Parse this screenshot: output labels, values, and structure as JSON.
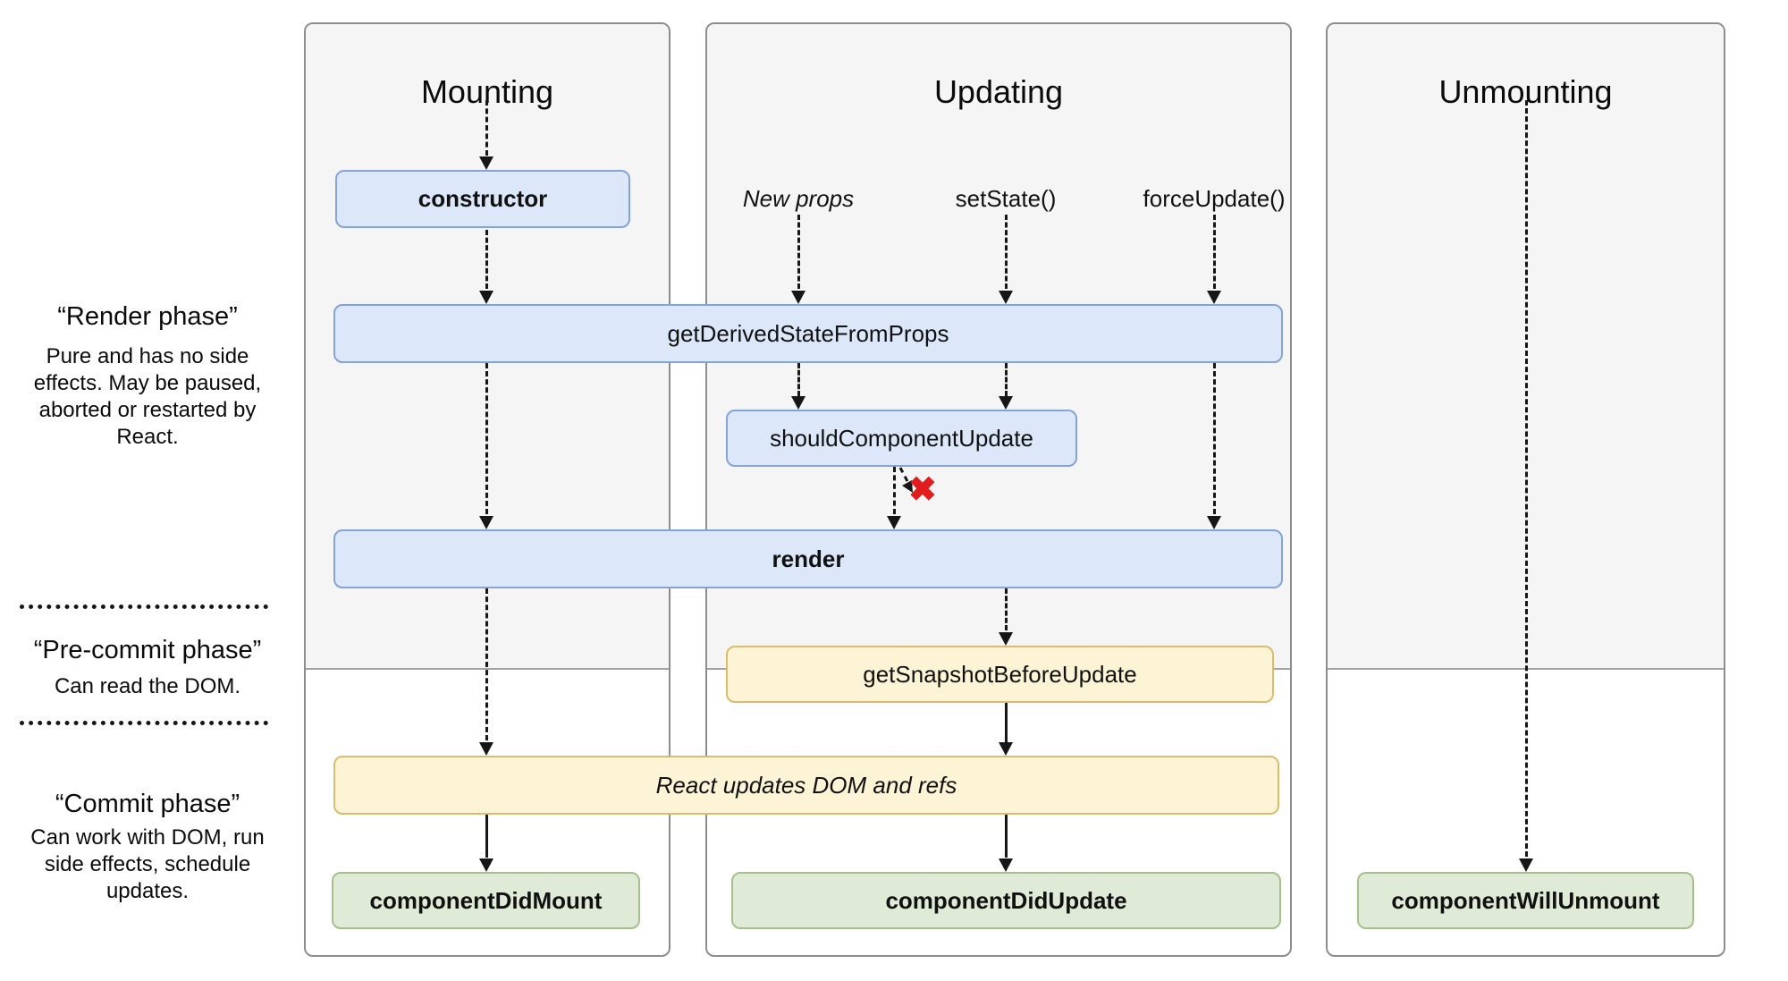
{
  "columns": {
    "mounting": "Mounting",
    "updating": "Updating",
    "unmounting": "Unmounting"
  },
  "phases": {
    "render_phase": {
      "title": "“Render phase”",
      "description": "Pure and has no side effects. May be paused, aborted or restarted by React."
    },
    "pre_commit_phase": {
      "title": "“Pre-commit phase”",
      "description": "Can read the DOM."
    },
    "commit_phase": {
      "title": "“Commit phase”",
      "description": "Can work with DOM, run side effects, schedule updates."
    }
  },
  "triggers": {
    "new_props": "New props",
    "set_state": "setState()",
    "force_update": "forceUpdate()"
  },
  "lifecycle": {
    "constructor": "constructor",
    "get_derived_state_from_props": "getDerivedStateFromProps",
    "should_component_update": "shouldComponentUpdate",
    "render": "render",
    "get_snapshot_before_update": "getSnapshotBeforeUpdate",
    "react_updates_dom": "React updates DOM and refs",
    "component_did_mount": "componentDidMount",
    "component_did_update": "componentDidUpdate",
    "component_will_unmount": "componentWillUnmount"
  },
  "icons": {
    "blocked_x": "✖"
  },
  "colors": {
    "box_blue": "#dce8fa",
    "box_blue_border": "#84a3d6",
    "box_yellow": "#fdf3d5",
    "box_yellow_border": "#d9bc6e",
    "box_green": "#dfebd6",
    "box_green_border": "#a5c08c",
    "panel_gray": "#f5f5f5",
    "blocked_x_red": "#e21c1c"
  }
}
